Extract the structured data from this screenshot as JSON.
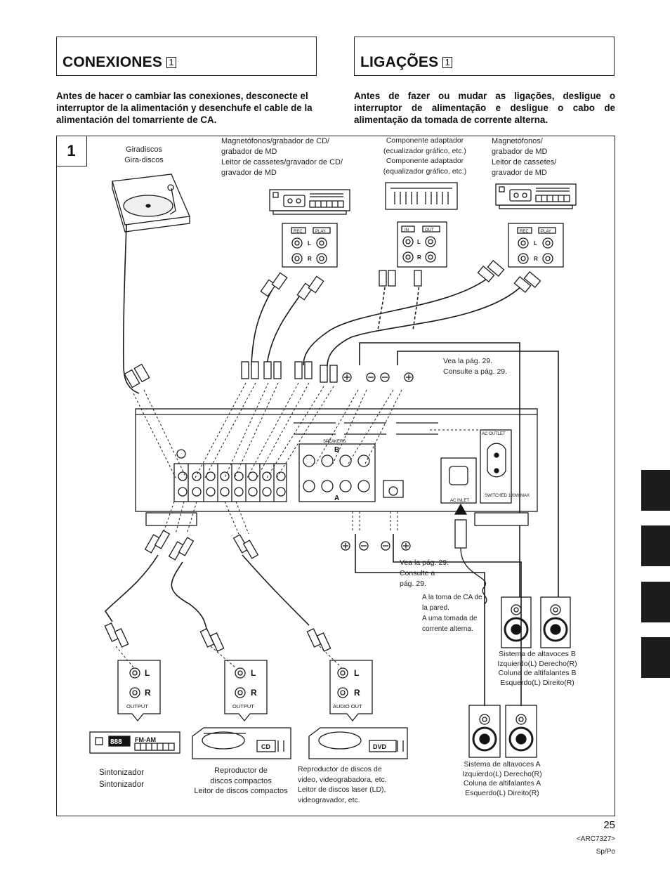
{
  "headers": {
    "es_title": "CONEXIONES",
    "pt_title": "LIGAÇÕES",
    "box_num": "1"
  },
  "intro": {
    "es": "Antes de hacer o cambiar las conexiones, desconecte el interruptor de la alimentación y desenchufe el cable de la alimentación del tomarriente de CA.",
    "pt": "Antes de fazer ou mudar as ligações, desligue o interruptor de alimentação e desligue o cabo de alimentação da tomada de corrente alterna."
  },
  "step": "1",
  "labels": {
    "turntable": "Giradiscos\nGira-discos",
    "tape1": "Magnetófonos/grabador de CD/\ngrabador de MD\nLeitor de cassetes/gravador de CD/\ngravador de MD",
    "adapter": "Componente adaptador\n(ecualizador gráfico, etc.)\nComponente adaptador\n(equalizador gráfico, etc.)",
    "tape2": "Magnetófonos/\ngrabador de MD\nLeitor de cassetes/\ngravador de MD",
    "see_page_top": "Vea la pág. 29.\nConsulte a pág. 29.",
    "see_page_bottom": "Vea la pág. 29.\n      Consulte a\n      pág. 29.",
    "ac_outlet": "A la toma de CA de\nla pared.\nA uma tomada de\ncorrente alterna.",
    "speakers_b": "Sistema de altavoces B\nIzquierdo(L)  Derecho(R)\nColuna de altifalantes B\nEsquerdo(L)  Direito(R)",
    "speakers_a": "Sistema de altavoces A\nIzquierdo(L)  Derecho(R)\nColuna de altifalantes A\nEsquerdo(L)  Direito(R)",
    "tuner": "Sintonizador\nSintonizador",
    "cd": "Reproductor de\ndiscos compactos\nLeitor de discos compactos",
    "dvd": "Reproductor de discos de\nvideo, videograbadora, etc.\n    Leitor de discos laser (LD),\n    videogravador, etc."
  },
  "device_text": {
    "rec": "REC",
    "play": "PLAY",
    "in": "IN",
    "out": "OUT",
    "l": "L",
    "r": "R",
    "output": "OUTPUT",
    "audio_out": "AUDIO OUT",
    "fm_am": "FM-AM",
    "cd": "CD",
    "dvd": "DVD",
    "speakers": "SPEAKERS",
    "b": "B",
    "a": "A",
    "ac_outlet": "AC OUTLET",
    "ac_inlet": "AC INLET",
    "switched": "SWITCHED\n100W MAX",
    "tuner_display": "888"
  },
  "footer": {
    "page": "25",
    "code": "<ARC7327>",
    "lang": "Sp/Po"
  }
}
